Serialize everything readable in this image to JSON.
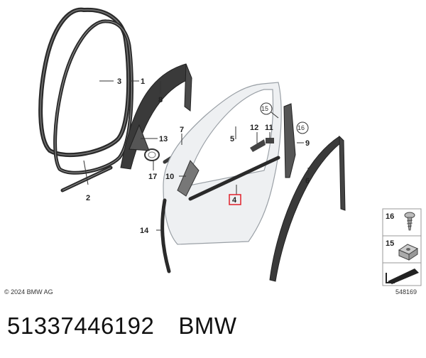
{
  "callouts": {
    "c1": "1",
    "c2": "2",
    "c3": "3",
    "c4": "4",
    "c5": "5",
    "c6": "6",
    "c7": "7",
    "c8": "8",
    "c9": "9",
    "c10": "10",
    "c11": "11",
    "c12": "12",
    "c13": "13",
    "c14": "14",
    "c15": "15",
    "c16": "16",
    "c17": "17"
  },
  "legend": {
    "item16": "16",
    "item15": "15"
  },
  "copyright": "© 2024 BMW AG",
  "diagram_number": "548169",
  "footer": {
    "part_number": "51337446192",
    "brand": "BMW"
  },
  "colors": {
    "highlight": "#e0202a",
    "door_fill": "#eef0f2",
    "seal": "#2a2a2a"
  }
}
